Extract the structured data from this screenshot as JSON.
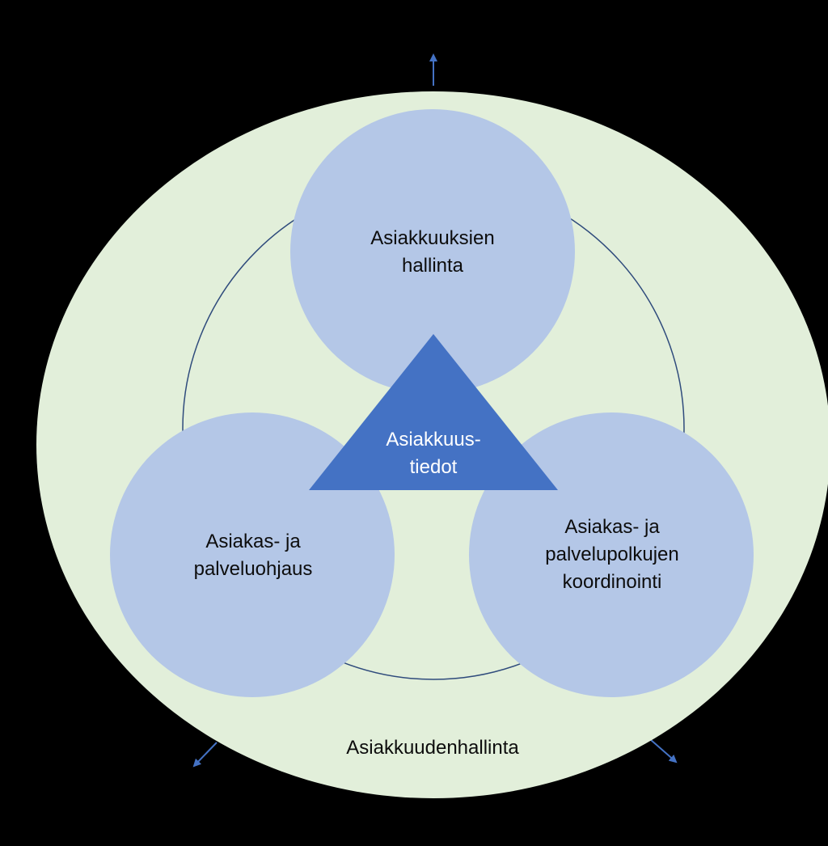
{
  "colors": {
    "background": "#000000",
    "outer_ellipse": "#e2efda",
    "circle_fill": "#b4c7e7",
    "triangle_fill": "#4472c4",
    "ring_stroke": "#2f4b7c",
    "arrow": "#4472c4",
    "text_dark": "#0d0d0d",
    "text_light": "#ffffff"
  },
  "outer": {
    "label": "Asiakkuudenhallinta"
  },
  "core": {
    "line1": "Asiakkuus-",
    "line2": "tiedot"
  },
  "nodes": {
    "top": {
      "line1": "Asiakkuuksien",
      "line2": "hallinta"
    },
    "left": {
      "line1": "Asiakas- ja",
      "line2": "palveluohjaus"
    },
    "right": {
      "line1": "Asiakas- ja",
      "line2": "palvelupolkujen",
      "line3": "koordinointi"
    }
  }
}
